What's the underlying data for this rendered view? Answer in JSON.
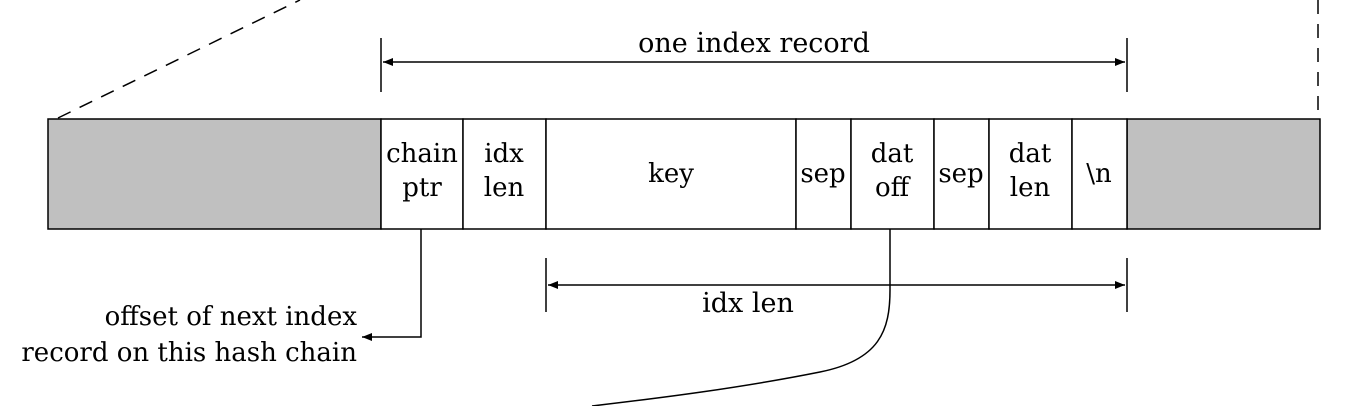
{
  "record_label": "one index record",
  "idx_len_label": "idx len",
  "fields": [
    {
      "line1": "chain",
      "line2": "ptr"
    },
    {
      "line1": "idx",
      "line2": "len"
    },
    {
      "line1": "key",
      "line2": ""
    },
    {
      "line1": "sep",
      "line2": ""
    },
    {
      "line1": "dat",
      "line2": "off"
    },
    {
      "line1": "sep",
      "line2": ""
    },
    {
      "line1": "dat",
      "line2": "len"
    },
    {
      "line1": "\\n",
      "line2": ""
    }
  ],
  "chain_note": {
    "line1": "offset of next index",
    "line2": "record on this hash chain"
  },
  "colors": {
    "filler": "#c0c0c0",
    "stroke": "#000000"
  }
}
